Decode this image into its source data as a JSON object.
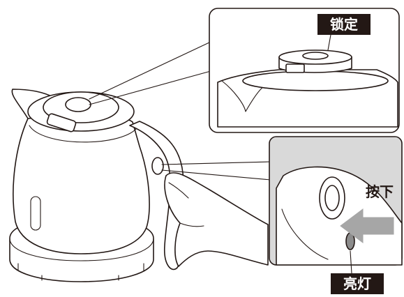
{
  "labels": {
    "lock": "锁定",
    "press": "按下",
    "light_on": "亮灯"
  },
  "colors": {
    "ink": "#231815",
    "panel_gray": "#d9d9d9",
    "arrow_gray": "#a6a6a6",
    "background": "#ffffff"
  },
  "icons": {
    "press_direction": "arrow-left-icon"
  }
}
